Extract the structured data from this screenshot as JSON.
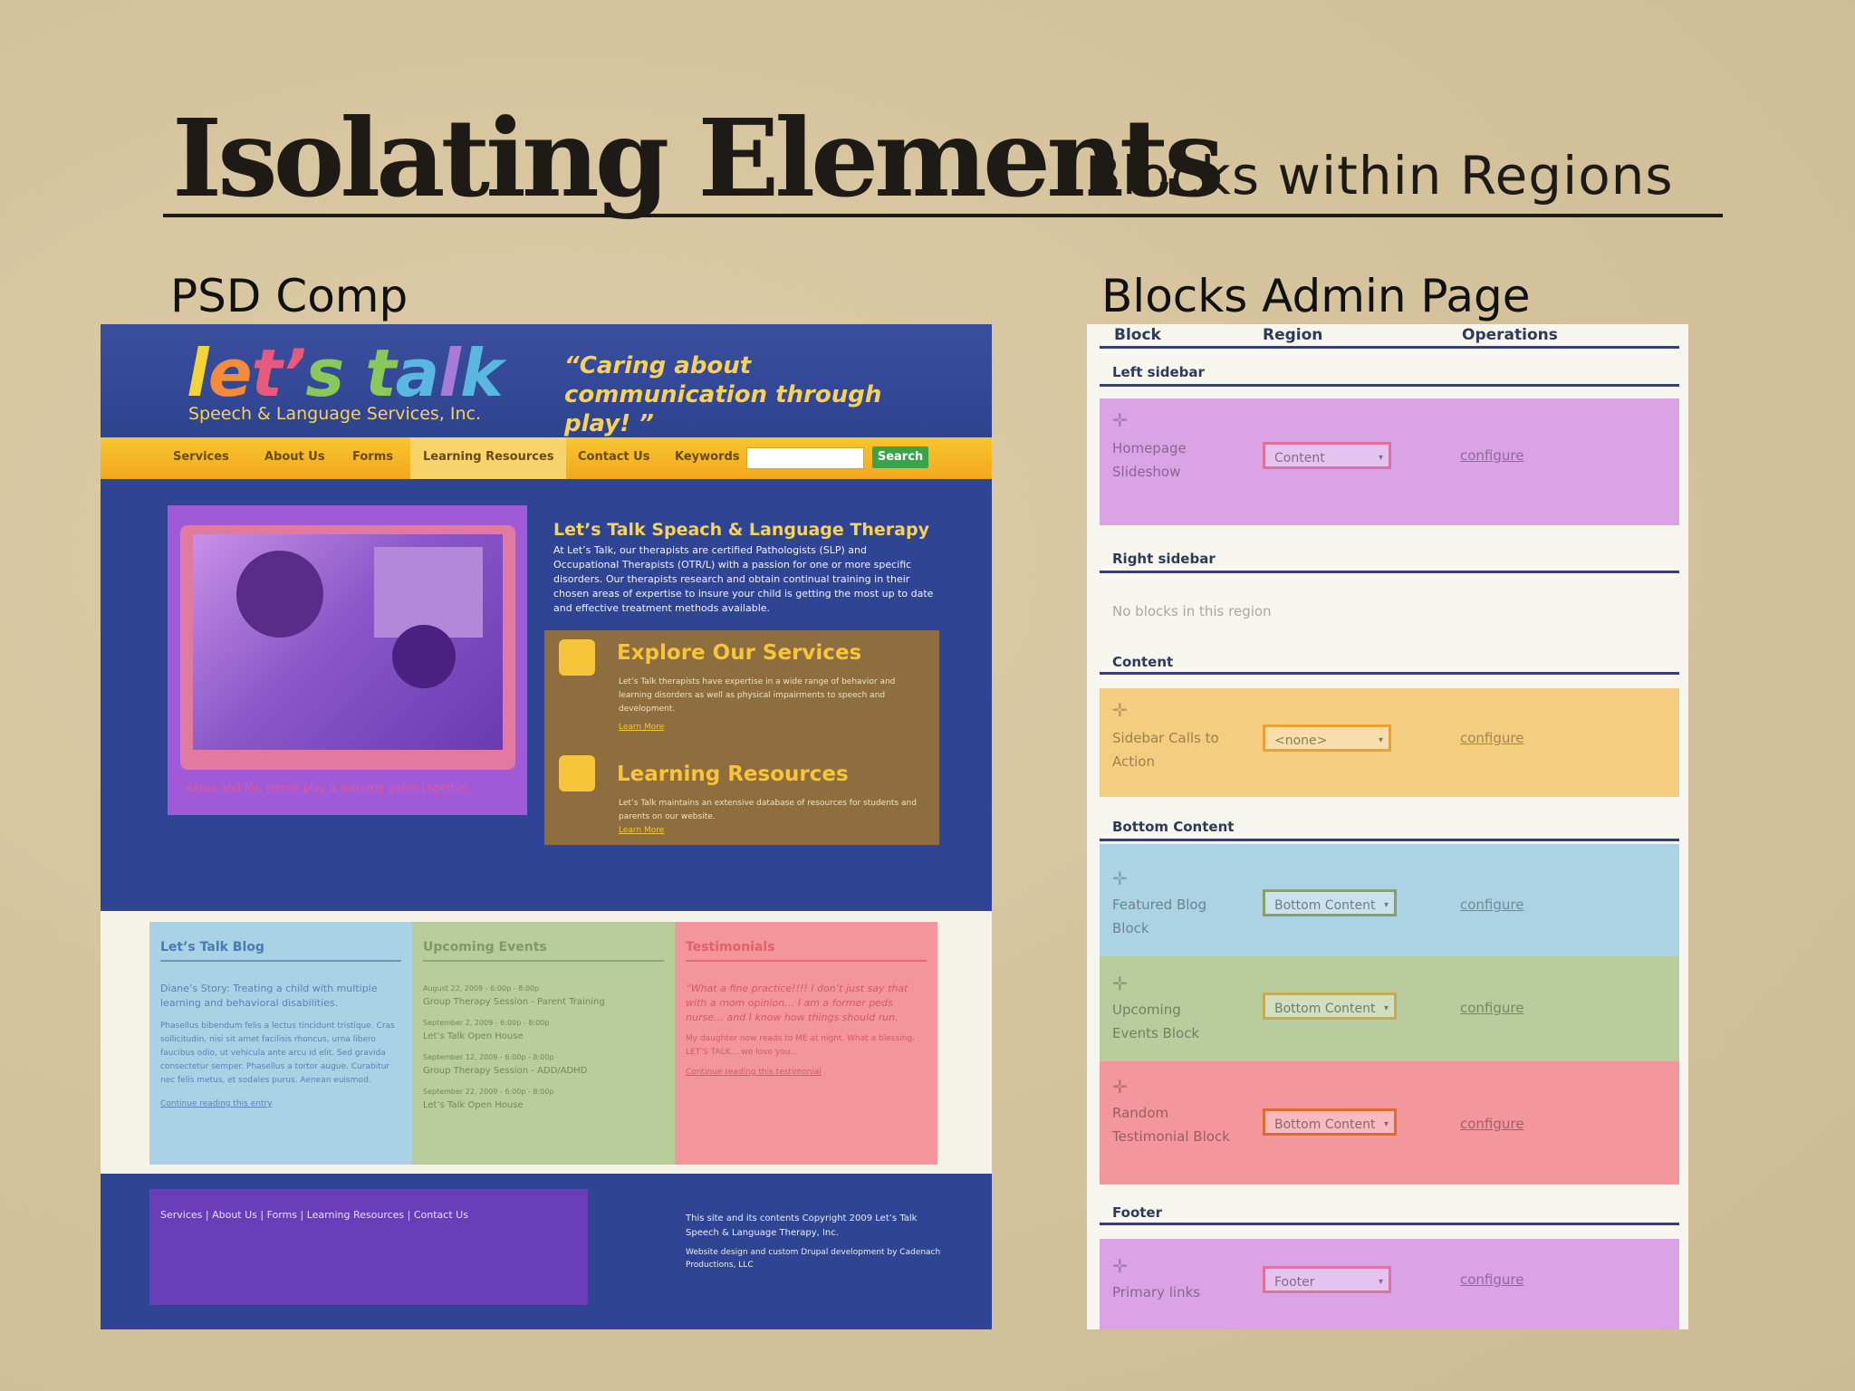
{
  "slide": {
    "title": "Isolating Elements",
    "subtitle": "Blocks within Regions",
    "left_label": "PSD Comp",
    "right_label": "Blocks Admin Page"
  },
  "psd": {
    "logo": {
      "l": "l",
      "e": "e",
      "t": "t",
      "apos": "’",
      "s": "s",
      "space": " ",
      "t2": "t",
      "a": "a",
      "l2": "l",
      "k": "k"
    },
    "logo_sub": "Speech & Language Services, Inc.",
    "tagline": "“Caring about communication through play! ”",
    "nav": {
      "services": "Services",
      "about": "About Us",
      "forms": "Forms",
      "learning": "Learning Resources",
      "contact": "Contact Us",
      "keywords": "Keywords",
      "search": "Search"
    },
    "photo_caption": "Alissa and Ms. Jennie play a learning game together",
    "intro_title": "Let’s Talk Speach & Language Therapy",
    "intro_body": "At Let’s Talk, our therapists are certified Pathologists (SLP) and Occupational Therapists (OTR/L) with a passion for one or more specific disorders. Our therapists research and obtain continual training in their chosen areas of expertise to insure your child is getting the most up to date and effective treatment methods available.",
    "promo1": {
      "title": "Explore Our Services",
      "body": "Let’s Talk therapists have expertise in a wide range of behavior and learning disorders as well as physical impairments to speech and development.",
      "link": "Learn More"
    },
    "promo2": {
      "title": "Learning Resources",
      "body": "Let’s Talk maintains an extensive database of resources for students and parents on our website.",
      "link": "Learn More"
    },
    "blog": {
      "title": "Let’s Talk Blog",
      "lead": "Diane’s Story: Treating a child with multiple learning and behavioral disabilities.",
      "body": "Phasellus bibendum felis a lectus tincidunt tristique. Cras sollicitudin, nisi sit amet facilisis rhoncus, urna libero faucibus odio, ut vehicula ante arcu id elit. Sed gravida consectetur semper. Phasellus a tortor augue. Curabitur nec felis metus, et sodales purus. Aenean euismod.",
      "link": "Continue reading this entry"
    },
    "events": {
      "title": "Upcoming Events",
      "e1_date": "August 22, 2009 - 6:00p - 8:00p",
      "e1_name": "Group Therapy Session - Parent Training",
      "e2_date": "September 2, 2009 - 6:00p - 8:00p",
      "e2_name": "Let’s Talk Open House",
      "e3_date": "September 12, 2009 - 6:00p - 8:00p",
      "e3_name": "Group Therapy Session - ADD/ADHD",
      "e4_date": "September 22, 2009 - 6:00p - 8:00p",
      "e4_name": "Let’s Talk Open House"
    },
    "testimonials": {
      "title": "Testimonials",
      "quote": "“What a fine practice!!!! I don’t just say that with a mom opinion… I am a former peds nurse… and I know how things should run.",
      "body": "My daughter now reads to ME at night. What a blessing. LET’S TALK… we love you…",
      "link": "Continue reading this testimonial"
    },
    "footer": {
      "links": "Services   |   About Us   |   Forms   |   Learning Resources   |   Contact Us",
      "copy1": "This site and its contents Copyright 2009 Let’s Talk Speech & Language Therapy, Inc.",
      "copy2": "Website design and custom Drupal development by Cadenach Productions, LLC"
    }
  },
  "admin": {
    "headers": {
      "block": "Block",
      "region": "Region",
      "operations": "Operations"
    },
    "configure": "configure",
    "regions": {
      "left_sidebar": {
        "name": "Left sidebar",
        "block": "Homepage Slideshow",
        "region": "Content",
        "color": "#d9a3e6"
      },
      "right_sidebar": {
        "name": "Right sidebar",
        "empty": "No blocks in this region"
      },
      "content": {
        "name": "Content",
        "block": "Sidebar Calls to Action",
        "region": "<none>",
        "color": "#f5cd80"
      },
      "bottom_content": {
        "name": "Bottom Content",
        "blocks": [
          {
            "block": "Featured Blog Block",
            "region": "Bottom Content",
            "color": "#acd3e4"
          },
          {
            "block": "Upcoming Events Block",
            "region": "Bottom Content",
            "color": "#b9cc9e"
          },
          {
            "block": "Random Testimonial Block",
            "region": "Bottom Content",
            "color": "#f3979d"
          }
        ]
      },
      "footer": {
        "name": "Footer",
        "block": "Primary links",
        "region": "Footer",
        "color": "#d9a3e6"
      }
    }
  }
}
